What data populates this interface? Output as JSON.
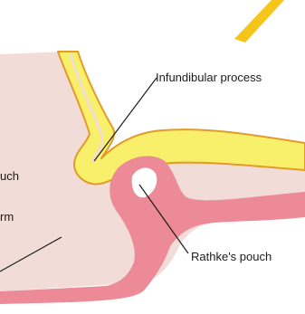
{
  "labels": {
    "infundibular": "Infundibular process",
    "rathke": "Rathke's pouch",
    "left_top": "uch",
    "left_mid": "rm"
  },
  "colors": {
    "background": "#ffffff",
    "tissue_pale": "#f1dcd8",
    "tissue_lightpink": "#f3c8c8",
    "neural_yellow": "#f8f06a",
    "neural_outline": "#e49a2a",
    "oral_pink": "#ec8b97",
    "accent_bar": "#f5c51a",
    "leader_line": "#1a1a1a"
  }
}
